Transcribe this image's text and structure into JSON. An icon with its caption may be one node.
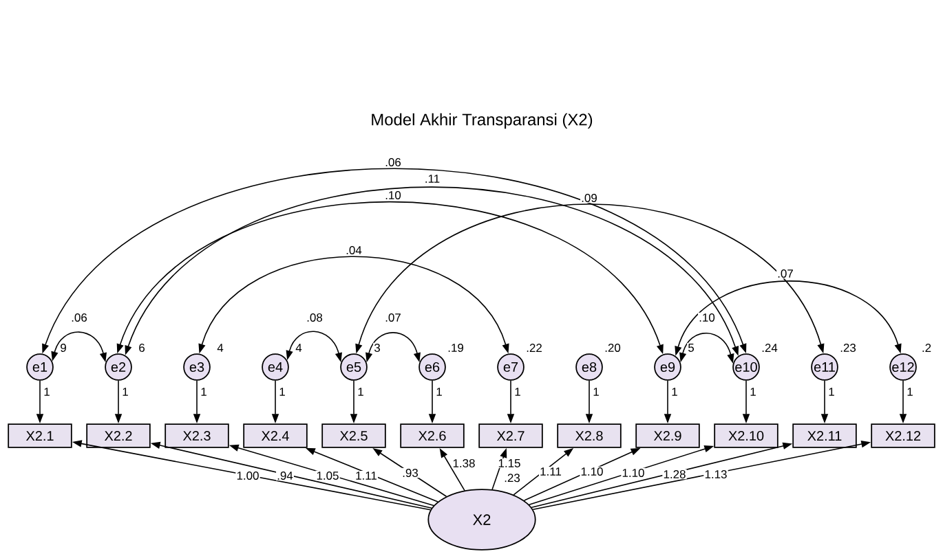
{
  "diagram": {
    "title": "Model Akhir Transparansi (X2)",
    "nodes": [
      {
        "text": [
          "e1"
        ],
        "beside": [
          "9"
        ]
      },
      {
        "text": [
          "e2"
        ],
        "beside": [
          "6"
        ]
      },
      {
        "text": [
          "e3"
        ],
        "beside": [
          "4"
        ]
      },
      {
        "text": [
          "e4"
        ],
        "beside": [
          "4"
        ]
      },
      {
        "text": [
          "e5"
        ],
        "beside": [
          "3"
        ]
      },
      {
        "text": [
          "e6"
        ],
        "beside": [
          ".19"
        ]
      },
      {
        "text": [
          "e7"
        ],
        "beside": [
          ".22"
        ]
      },
      {
        "text": [
          "e8"
        ],
        "beside": [
          ".20"
        ]
      },
      {
        "text": [
          "e9"
        ],
        "beside": [
          "5"
        ]
      },
      {
        "text": [
          "e10"
        ],
        "beside": [
          ".24"
        ]
      },
      {
        "text": [
          "e11"
        ],
        "beside": [
          ".23"
        ]
      },
      {
        "text": [
          "e12"
        ],
        "beside": [
          ".2"
        ]
      },
      {
        "text": [
          "X2.1"
        ]
      },
      {
        "text": [
          "X2.2"
        ]
      },
      {
        "text": [
          "X2.3"
        ]
      },
      {
        "text": [
          "X2.4"
        ]
      },
      {
        "text": [
          "X2.5"
        ]
      },
      {
        "text": [
          "X2.6"
        ]
      },
      {
        "text": [
          "X2.7"
        ]
      },
      {
        "text": [
          "X2.8"
        ]
      },
      {
        "text": [
          "X2.9"
        ]
      },
      {
        "text": [
          "X2.10"
        ]
      },
      {
        "text": [
          "X2.11"
        ]
      },
      {
        "text": [
          "X2.12"
        ]
      },
      {
        "text": [
          "X2"
        ],
        "beside": [
          ".23"
        ]
      }
    ],
    "edges": [
      {
        "from": 0,
        "to": 12,
        "arrow": "to",
        "label": "1"
      },
      {
        "from": 1,
        "to": 13,
        "arrow": "to",
        "label": "1"
      },
      {
        "from": 2,
        "to": 14,
        "arrow": "to",
        "label": "1"
      },
      {
        "from": 3,
        "to": 15,
        "arrow": "to",
        "label": "1"
      },
      {
        "from": 4,
        "to": 16,
        "arrow": "to",
        "label": "1"
      },
      {
        "from": 5,
        "to": 17,
        "arrow": "to",
        "label": "1"
      },
      {
        "from": 6,
        "to": 18,
        "arrow": "to",
        "label": "1"
      },
      {
        "from": 7,
        "to": 19,
        "arrow": "to",
        "label": "1"
      },
      {
        "from": 8,
        "to": 20,
        "arrow": "to",
        "label": "1"
      },
      {
        "from": 9,
        "to": 21,
        "arrow": "to",
        "label": "1"
      },
      {
        "from": 10,
        "to": 22,
        "arrow": "to",
        "label": "1"
      },
      {
        "from": 11,
        "to": 23,
        "arrow": "to",
        "label": "1"
      },
      {
        "from": 24,
        "to": 12,
        "arrow": "to",
        "label": "1.00"
      },
      {
        "from": 24,
        "to": 13,
        "arrow": "to",
        "label": ".94"
      },
      {
        "from": 24,
        "to": 14,
        "arrow": "to",
        "label": "1.05"
      },
      {
        "from": 24,
        "to": 15,
        "arrow": "to",
        "label": "1.11"
      },
      {
        "from": 24,
        "to": 16,
        "arrow": "to",
        "label": ".93"
      },
      {
        "from": 24,
        "to": 17,
        "arrow": "to",
        "label": "1.38"
      },
      {
        "from": 24,
        "to": 18,
        "arrow": "to",
        "label": "1.15"
      },
      {
        "from": 24,
        "to": 19,
        "arrow": "to",
        "label": "1.11"
      },
      {
        "from": 24,
        "to": 20,
        "arrow": "to",
        "label": "1.10"
      },
      {
        "from": 24,
        "to": 21,
        "arrow": "to",
        "label": "1.10"
      },
      {
        "from": 24,
        "to": 22,
        "arrow": "to",
        "label": "1.28"
      },
      {
        "from": 24,
        "to": 23,
        "arrow": "to",
        "label": "1.13"
      },
      {
        "from": 0,
        "to": 1,
        "arrow": "both",
        "label": ".06"
      },
      {
        "from": 3,
        "to": 4,
        "arrow": "both",
        "label": ".08"
      },
      {
        "from": 4,
        "to": 5,
        "arrow": "both",
        "label": ".07"
      },
      {
        "from": 8,
        "to": 9,
        "arrow": "both",
        "label": ".10"
      },
      {
        "from": 2,
        "to": 6,
        "arrow": "both",
        "label": ".04"
      },
      {
        "from": 0,
        "to": 9,
        "arrow": "both",
        "label": ".06"
      },
      {
        "from": 1,
        "to": 9,
        "arrow": "both",
        "label": ".11"
      },
      {
        "from": 1,
        "to": 8,
        "arrow": "both",
        "label": ".10"
      },
      {
        "from": 4,
        "to": 10,
        "arrow": "both",
        "label": ".09"
      },
      {
        "from": 8,
        "to": 11,
        "arrow": "both",
        "label": ".07"
      }
    ]
  }
}
